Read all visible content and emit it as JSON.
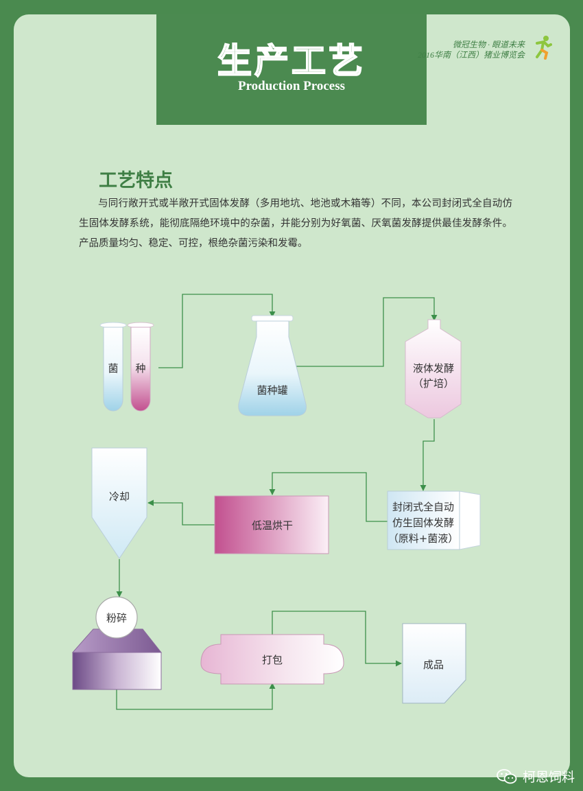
{
  "header": {
    "title_cn": "生产工艺",
    "title_en": "Production Process",
    "slogan_line1": "微冠生物 · 眼道未来",
    "slogan_line2": "2016华南（江西）猪业博览会"
  },
  "section": {
    "title": "工艺特点",
    "intro": "与同行敞开式或半敞开式固体发酵（多用地坑、地池或木箱等）不同，本公司封闭式全自动仿生固体发酵系统，能彻底隔绝环境中的杂菌，并能分别为好氧菌、厌氧菌发酵提供最佳发酵条件。产品质量均匀、稳定、可控，根绝杂菌污染和发霉。"
  },
  "flow": {
    "tube1": "菌",
    "tube2": "种",
    "flask": "菌种罐",
    "liquid_line1": "液体发酵",
    "liquid_line2": "（扩培）",
    "sealed_line1": "封闭式全自动",
    "sealed_line2": "仿生固体发酵",
    "sealed_line3": "（原料+菌液）",
    "drying": "低温烘干",
    "cooling": "冷却",
    "crushing": "粉碎",
    "packing": "打包",
    "product": "成品"
  },
  "footer": {
    "watermark": "柯恩饲料"
  },
  "colors": {
    "background": "#4a8a4f",
    "panel": "#cfe7cc",
    "header_box": "#4b8a50",
    "arrow": "#3c8f4a",
    "pink": "#c2508f",
    "blue": "#a9d6ea",
    "purple": "#76508d"
  }
}
